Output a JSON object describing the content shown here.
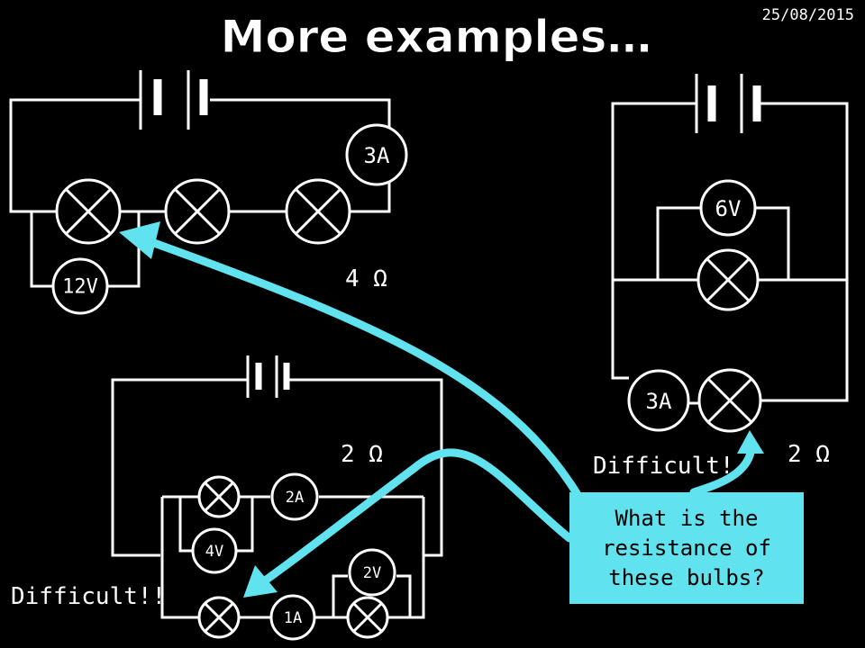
{
  "slide": {
    "title": "More examples…",
    "date": "25/08/2015"
  },
  "circuit_a": {
    "ammeter": "3A",
    "voltmeter": "12V",
    "resistance_label": "4 Ω"
  },
  "circuit_b": {
    "voltmeter": "6V",
    "ammeter": "3A",
    "resistance_label": "2 Ω",
    "difficulty": "Difficult!"
  },
  "circuit_c": {
    "resistance_label": "2 Ω",
    "ammeter_top": "2A",
    "voltmeter_left": "4V",
    "voltmeter_right": "2V",
    "ammeter_bottom": "1A",
    "difficulty": "Difficult!!"
  },
  "question": "What is the resistance of these bulbs?",
  "colors": {
    "background": "#000000",
    "accent": "#60e3ee",
    "line": "#ffffff"
  }
}
